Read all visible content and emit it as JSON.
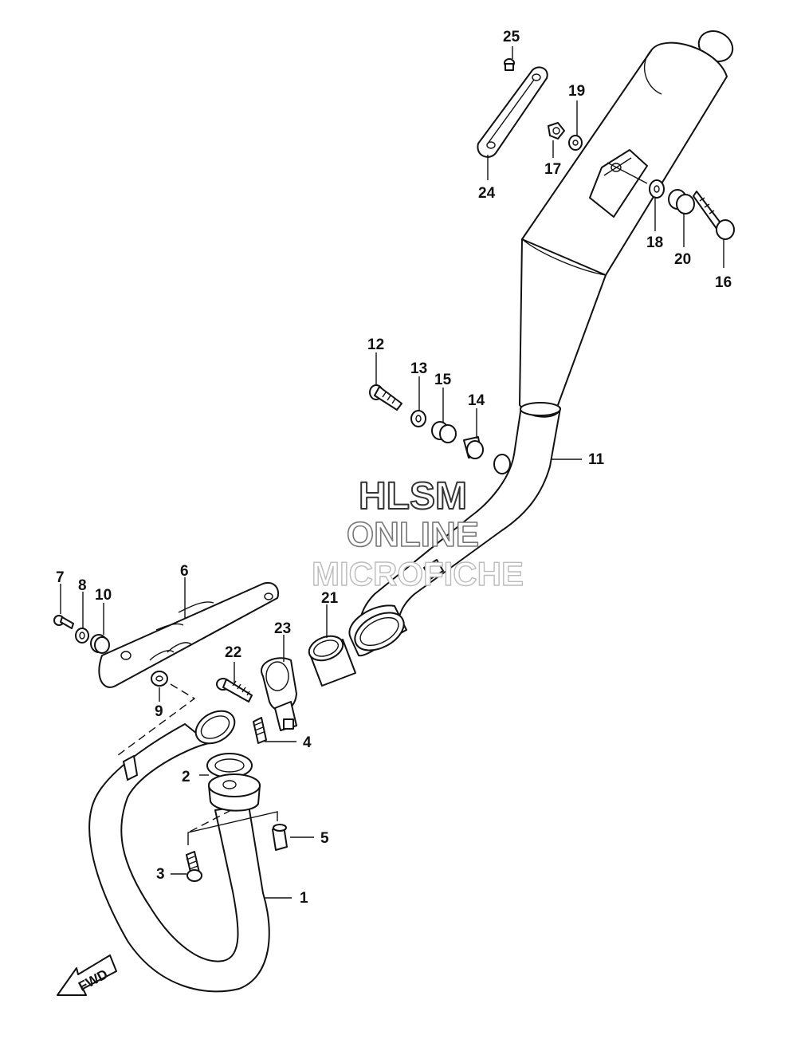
{
  "watermark": {
    "line1": "HLSM",
    "line2": "ONLINE",
    "line3": "MICROFICHE"
  },
  "direction_arrow": {
    "label": "FWD",
    "icon": "fwd-arrow-icon"
  },
  "callouts": [
    {
      "key": "c1",
      "number": "1"
    },
    {
      "key": "c2",
      "number": "2"
    },
    {
      "key": "c3",
      "number": "3"
    },
    {
      "key": "c4",
      "number": "4"
    },
    {
      "key": "c5",
      "number": "5"
    },
    {
      "key": "c6",
      "number": "6"
    },
    {
      "key": "c7",
      "number": "7"
    },
    {
      "key": "c8",
      "number": "8"
    },
    {
      "key": "c9",
      "number": "9"
    },
    {
      "key": "c10",
      "number": "10"
    },
    {
      "key": "c11",
      "number": "11"
    },
    {
      "key": "c12",
      "number": "12"
    },
    {
      "key": "c13",
      "number": "13"
    },
    {
      "key": "c14",
      "number": "14"
    },
    {
      "key": "c15",
      "number": "15"
    },
    {
      "key": "c16",
      "number": "16"
    },
    {
      "key": "c17",
      "number": "17"
    },
    {
      "key": "c18",
      "number": "18"
    },
    {
      "key": "c19",
      "number": "19"
    },
    {
      "key": "c20",
      "number": "20"
    },
    {
      "key": "c21",
      "number": "21"
    },
    {
      "key": "c22",
      "number": "22"
    },
    {
      "key": "c23",
      "number": "23"
    },
    {
      "key": "c24",
      "number": "24"
    },
    {
      "key": "c25",
      "number": "25"
    }
  ]
}
